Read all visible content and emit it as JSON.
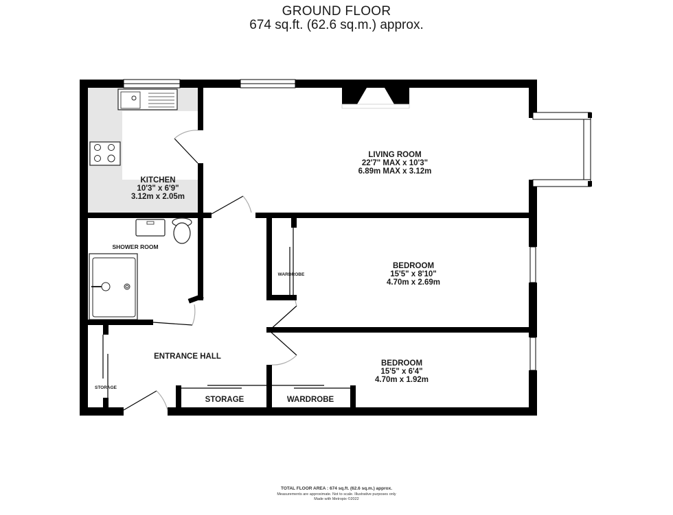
{
  "header": {
    "floor_name": "GROUND FLOOR",
    "floor_area": "674 sq.ft. (62.6 sq.m.) approx."
  },
  "rooms": {
    "kitchen": {
      "name": "KITCHEN",
      "imperial": "10'3\"  x 6'9\"",
      "metric": "3.12m  x 2.05m"
    },
    "living_room": {
      "name": "LIVING ROOM",
      "imperial": "22'7\" MAX x 10'3\"",
      "metric": "6.89m MAX x 3.12m"
    },
    "shower_room": {
      "name": "SHOWER ROOM"
    },
    "bedroom_1": {
      "name": "BEDROOM",
      "imperial": "15'5\"  x 8'10\"",
      "metric": "4.70m  x 2.69m"
    },
    "bedroom_2": {
      "name": "BEDROOM",
      "imperial": "15'5\"  x 6'4\"",
      "metric": "4.70m  x 1.92m"
    },
    "entrance_hall": {
      "name": "ENTRANCE HALL"
    },
    "storage_left": {
      "name": "STORAGE"
    },
    "storage_bottom": {
      "name": "STORAGE"
    },
    "wardrobe_bedroom": {
      "name": "WARDROBE"
    },
    "wardrobe_bottom": {
      "name": "WARDROBE"
    }
  },
  "footer": {
    "total_area": "TOTAL FLOOR AREA : 674 sq.ft. (62.6 sq.m.) approx.",
    "disclaimer": "Measurements are approximate.  Not to scale.  Illustrative purposes only",
    "credit": "Made with Metropix ©2022"
  },
  "colors": {
    "wall": "#000000",
    "kitchen_floor": "#e6e6e6",
    "background": "#ffffff"
  }
}
